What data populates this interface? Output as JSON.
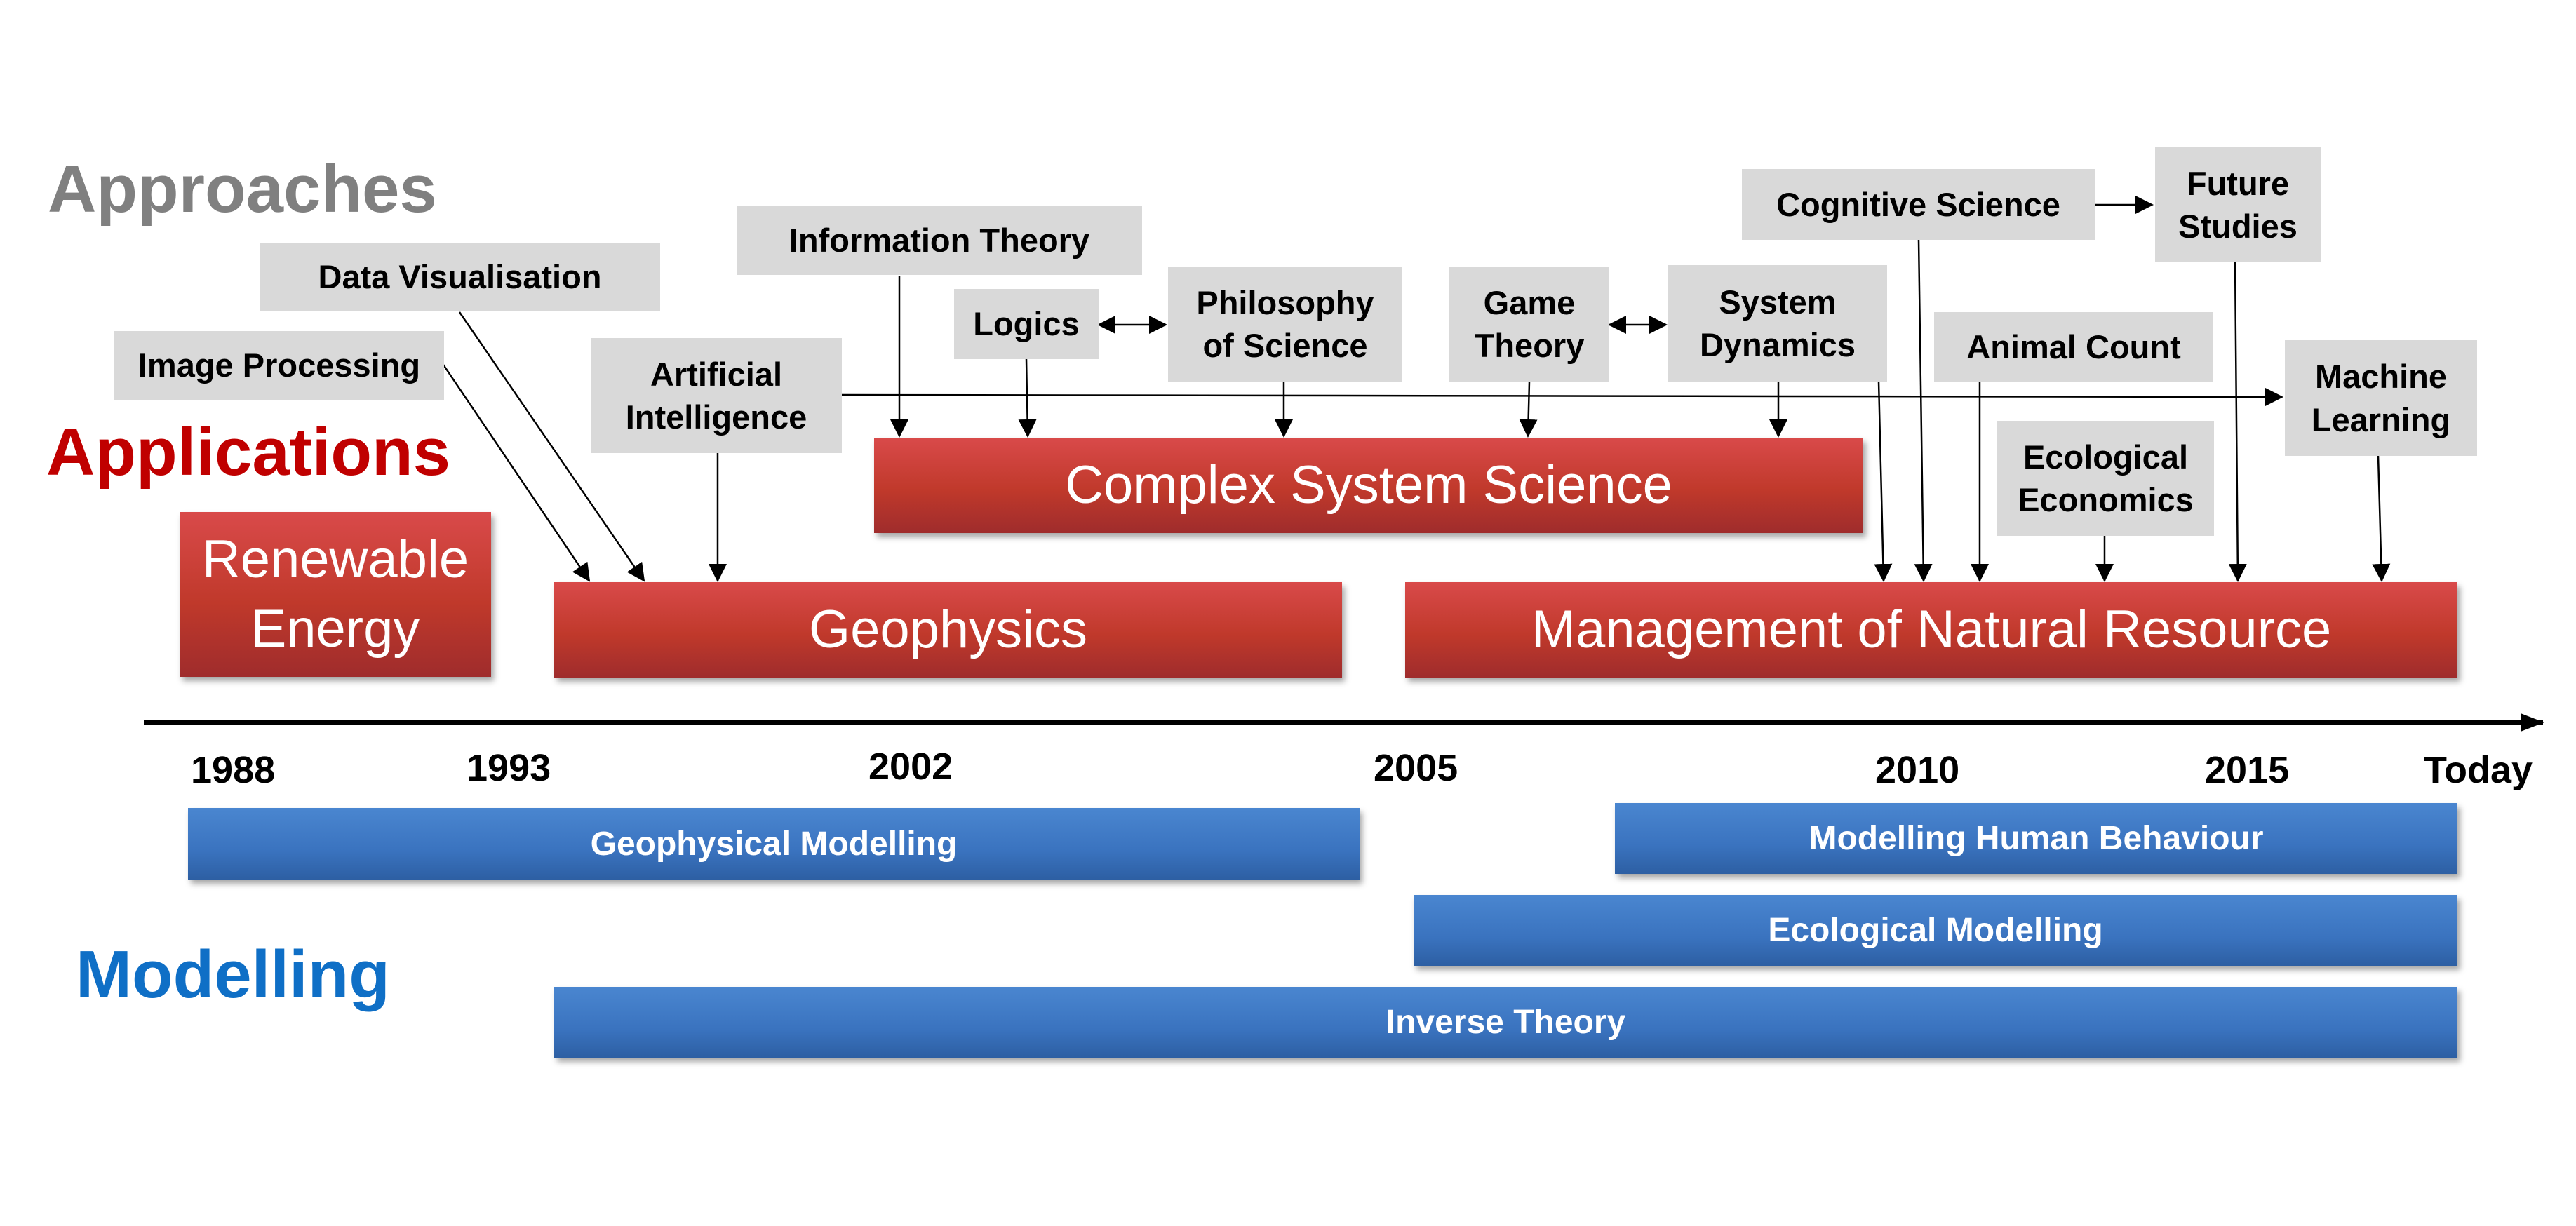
{
  "headings": {
    "approaches": "Approaches",
    "applications": "Applications",
    "modelling": "Modelling",
    "colors": {
      "approaches": "#808080",
      "applications": "#c00000",
      "modelling": "#0f6fc6"
    }
  },
  "approaches": {
    "image_processing": "Image Processing",
    "data_visualisation": "Data Visualisation",
    "artificial_intelligence": "Artificial\nIntelligence",
    "information_theory": "Information Theory",
    "logics": "Logics",
    "philosophy_of_science": "Philosophy\nof Science",
    "game_theory": "Game\nTheory",
    "system_dynamics": "System\nDynamics",
    "cognitive_science": "Cognitive Science",
    "future_studies": "Future\nStudies",
    "animal_count": "Animal Count",
    "ecological_economics": "Ecological\nEconomics",
    "machine_learning": "Machine\nLearning"
  },
  "applications": {
    "renewable_energy": "Renewable\nEnergy",
    "geophysics": "Geophysics",
    "complex_system_science": "Complex System Science",
    "management_natural_resource": "Management  of Natural Resource"
  },
  "timeline": {
    "years": [
      "1988",
      "1993",
      "2002",
      "2005",
      "2010",
      "2015",
      "Today"
    ]
  },
  "modelling": {
    "geophysical_modelling": "Geophysical Modelling",
    "modelling_human_behaviour": "Modelling Human Behaviour",
    "ecological_modelling": "Ecological Modelling",
    "inverse_theory": "Inverse Theory"
  }
}
